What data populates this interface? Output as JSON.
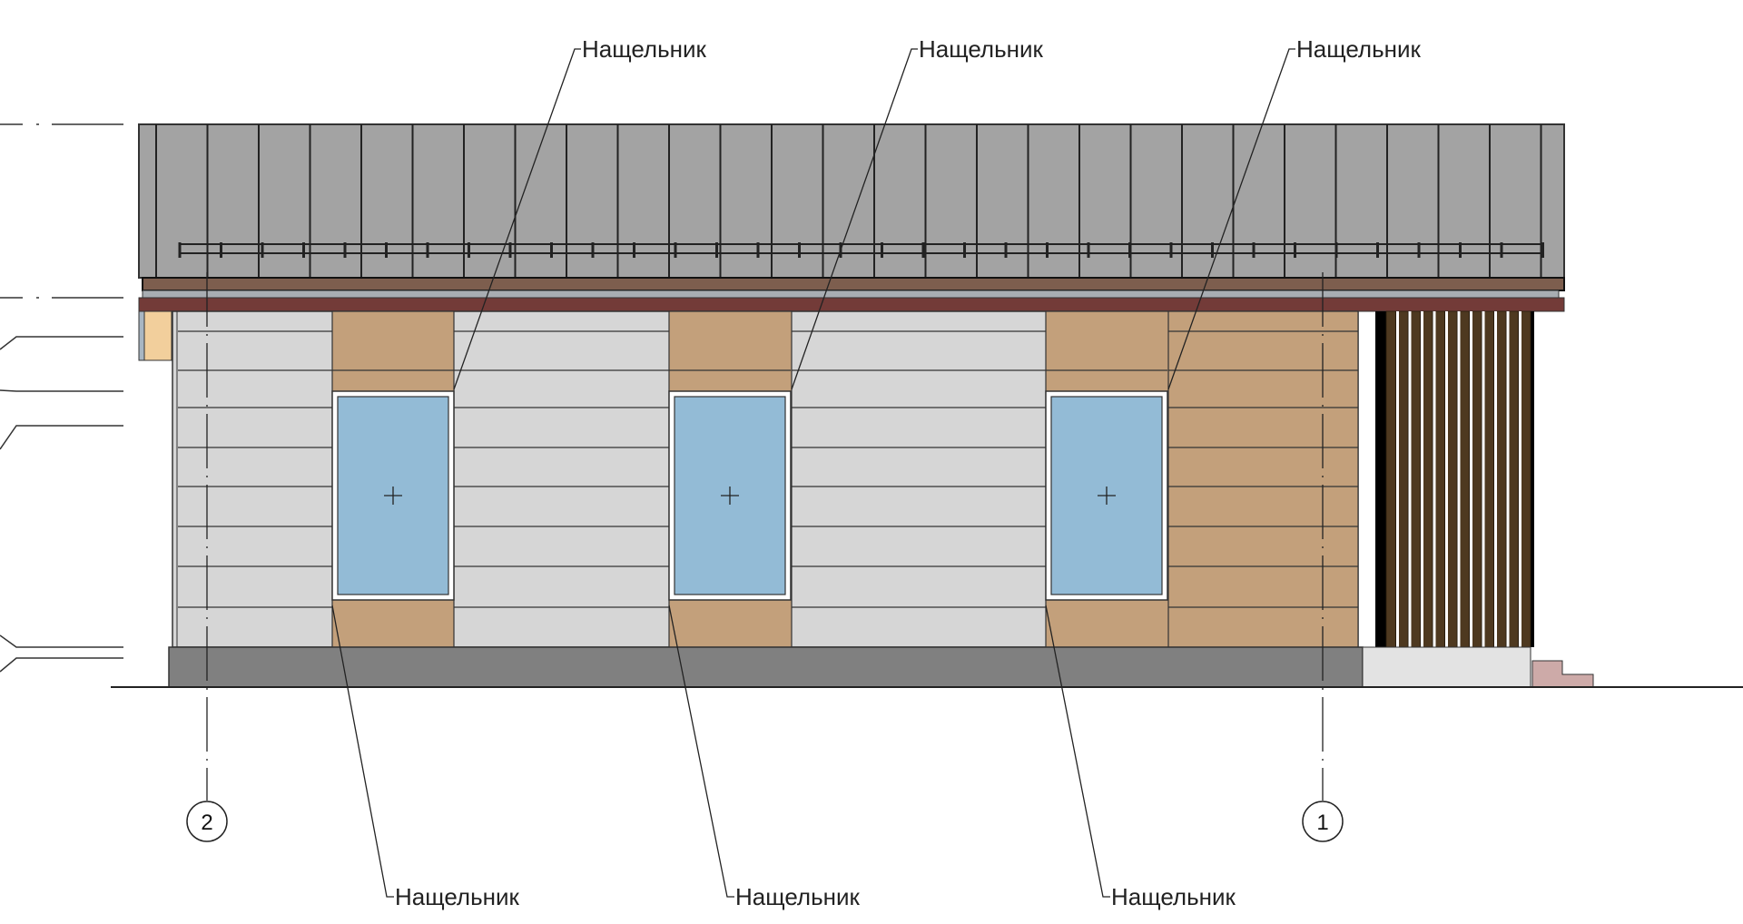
{
  "drawing": {
    "callouts_top": [
      "Нащельник",
      "Нащельник",
      "Нащельник"
    ],
    "callouts_bottom": [
      "Нащельник",
      "Нащельник",
      "Нащельник"
    ],
    "axes": [
      "2",
      "1"
    ]
  },
  "colors": {
    "roof": "#a3a3a3",
    "fascia": "#733b38",
    "eave": "#7d5e4e",
    "wall_gray": "#d6d6d6",
    "wall_wood": "#c3a07b",
    "window": "#93bbd6",
    "base": "#808080",
    "slats": "#4e3920",
    "step": "#cdaaa8"
  }
}
